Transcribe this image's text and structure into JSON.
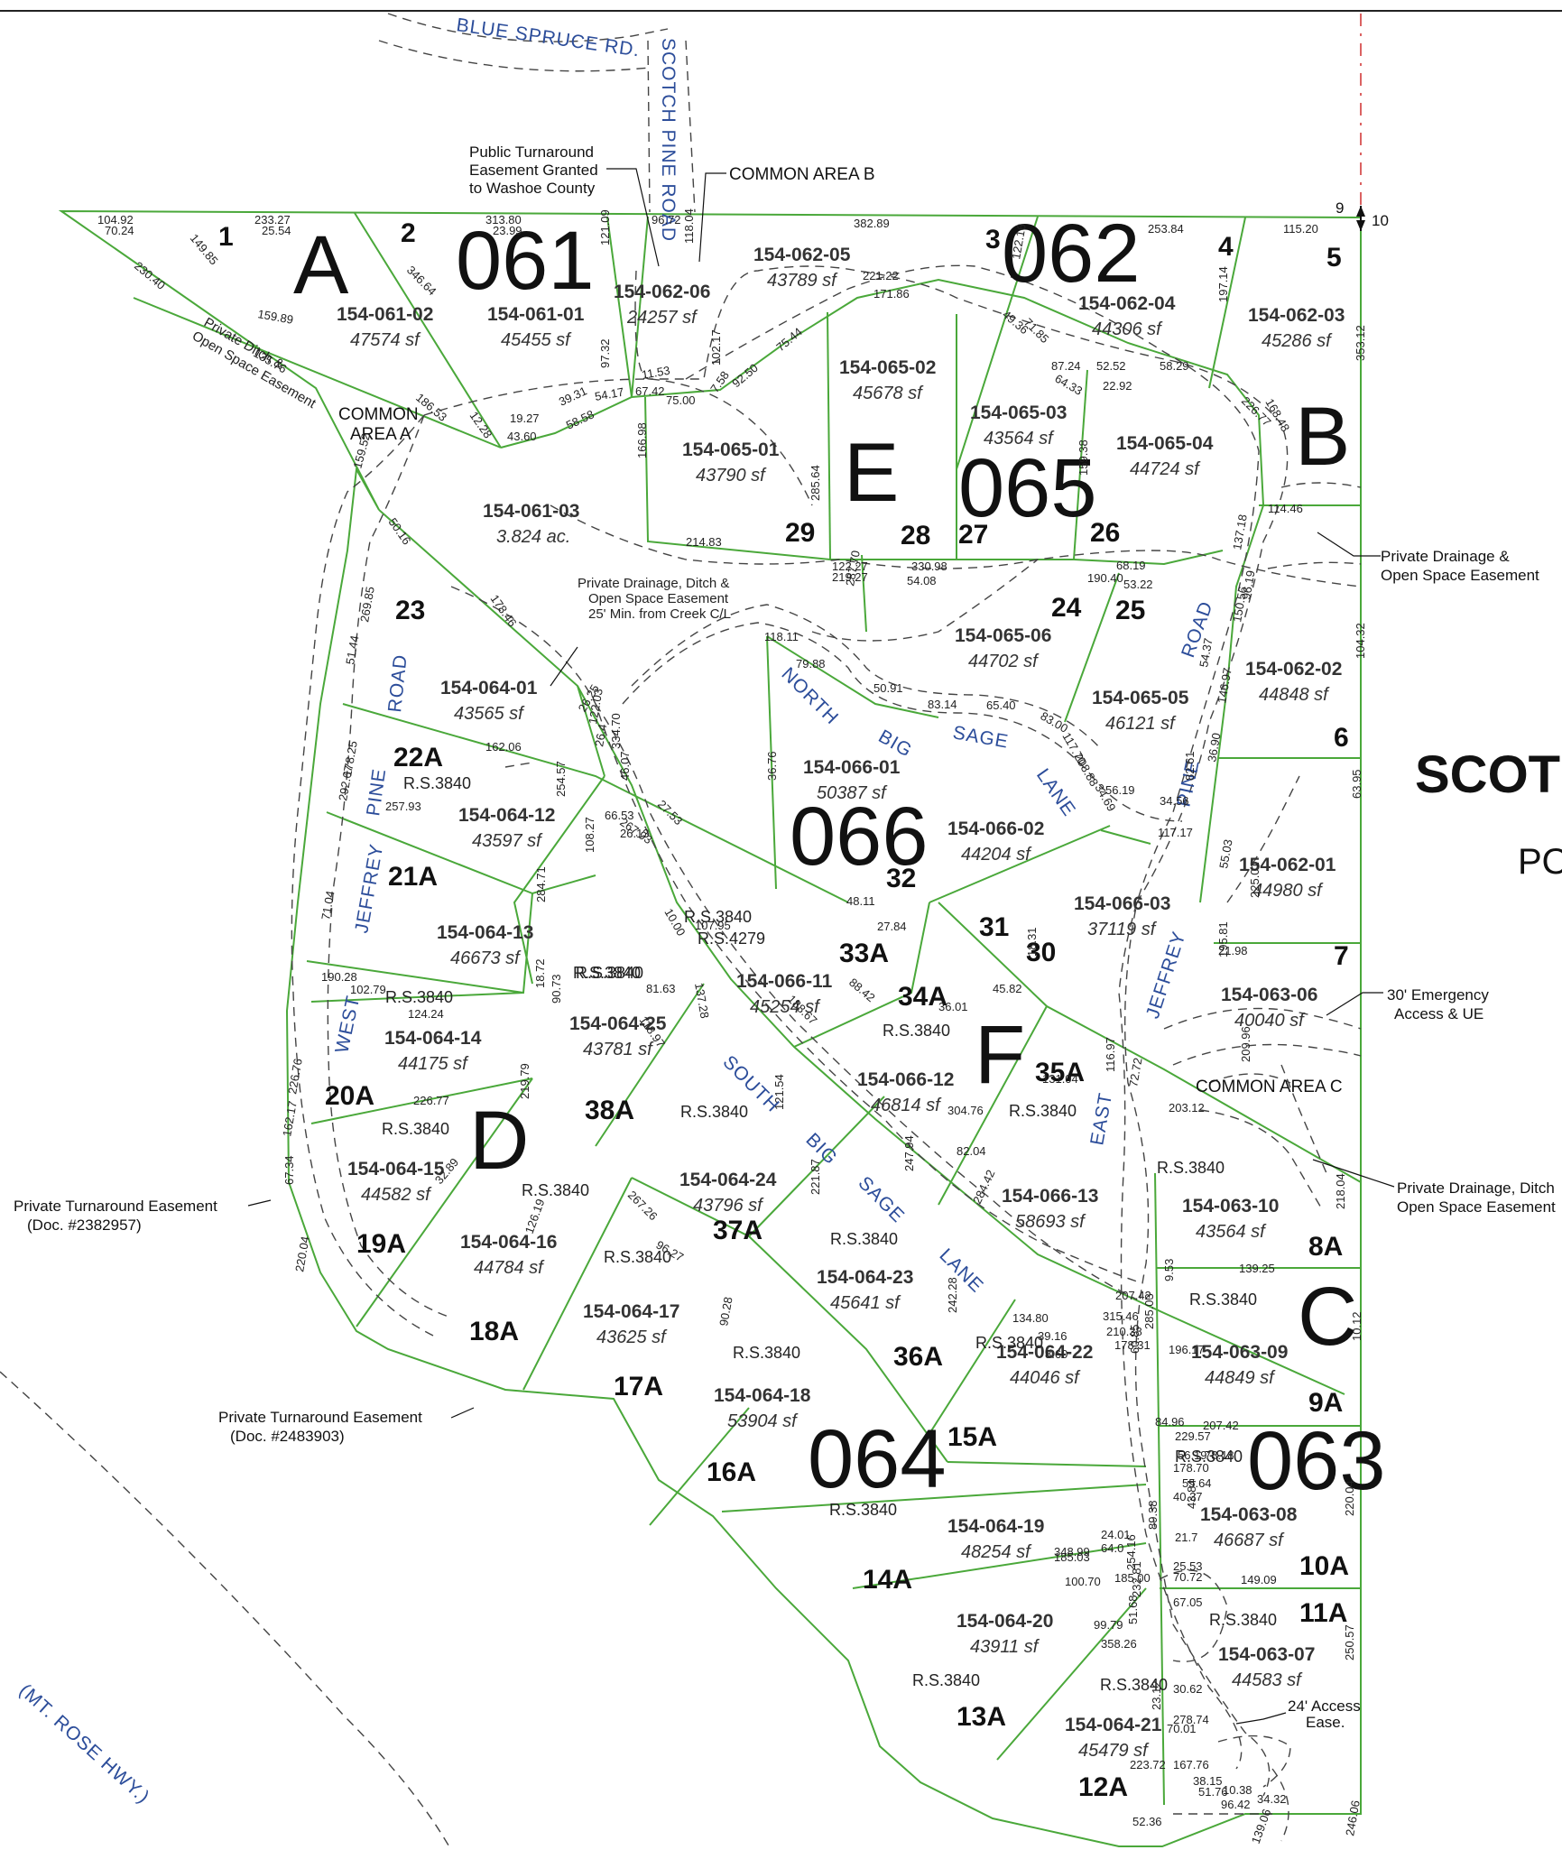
{
  "header": {
    "title": "SCOT",
    "subtitle": "PO"
  },
  "roads": {
    "blue_spruce": "BLUE SPRUCE RD.",
    "scotch_pine": "SCOTCH PINE ROAD",
    "north_big_sage": [
      "NORTH",
      "BIG",
      "SAGE",
      "LANE"
    ],
    "south_big_sage": [
      "SOUTH",
      "BIG",
      "SAGE",
      "LANE"
    ],
    "west_jeffrey_pine": [
      "WEST",
      "JEFFREY",
      "PINE",
      "ROAD"
    ],
    "east_jeffrey_pine": [
      "EAST",
      "JEFFREY",
      "PINE",
      "ROAD"
    ],
    "mt_rose": "(MT. ROSE HWY.)"
  },
  "book_pages": [
    "061",
    "062",
    "063",
    "064",
    "065",
    "066"
  ],
  "block_letters": [
    "A",
    "B",
    "C",
    "D",
    "E",
    "F"
  ],
  "corners": [
    "9",
    "10"
  ],
  "annotations": {
    "public_turnaround": [
      "Public Turnaround",
      "Easement Granted",
      "to Washoe County"
    ],
    "common_area_a": [
      "COMMON",
      "AREA A"
    ],
    "common_area_b": "COMMON AREA B",
    "common_area_c": "COMMON AREA C",
    "private_ditch": [
      "Private Ditch &",
      "Open Space Easement"
    ],
    "private_drainage_creek": [
      "Private Drainage, Ditch &",
      "Open Space Easement",
      "25' Min. from Creek C/L"
    ],
    "private_drainage_right": [
      "Private Drainage &",
      "Open Space Easement"
    ],
    "emergency": [
      "30' Emergency",
      "Access & UE"
    ],
    "private_drainage_right2": [
      "Private Drainage, Ditch",
      "Open Space Easement"
    ],
    "turnaround_1": [
      "Private Turnaround Easement",
      "(Doc. #2382957)"
    ],
    "turnaround_2": [
      "Private Turnaround Easement",
      "(Doc. #2483903)"
    ],
    "access_24": [
      "24' Access",
      "Ease."
    ]
  },
  "parcels": [
    {
      "apn": "154-061-02",
      "area": "47574 sf"
    },
    {
      "apn": "154-061-01",
      "area": "45455 sf"
    },
    {
      "apn": "154-061-03",
      "area": "3.824 ac."
    },
    {
      "apn": "154-062-06",
      "area": "24257 sf"
    },
    {
      "apn": "154-062-05",
      "area": "43789 sf"
    },
    {
      "apn": "154-062-04",
      "area": "44306 sf"
    },
    {
      "apn": "154-062-03",
      "area": "45286 sf"
    },
    {
      "apn": "154-062-02",
      "area": "44848 sf"
    },
    {
      "apn": "154-062-01",
      "area": "44980 sf"
    },
    {
      "apn": "154-065-01",
      "area": "43790 sf"
    },
    {
      "apn": "154-065-02",
      "area": "45678 sf"
    },
    {
      "apn": "154-065-03",
      "area": "43564 sf"
    },
    {
      "apn": "154-065-04",
      "area": "44724 sf"
    },
    {
      "apn": "154-065-05",
      "area": "46121 sf"
    },
    {
      "apn": "154-065-06",
      "area": "44702 sf"
    },
    {
      "apn": "154-064-01",
      "area": "43565 sf"
    },
    {
      "apn": "154-064-12",
      "area": "43597 sf"
    },
    {
      "apn": "154-064-13",
      "area": "46673 sf"
    },
    {
      "apn": "154-064-14",
      "area": "44175 sf"
    },
    {
      "apn": "154-064-15",
      "area": "44582 sf"
    },
    {
      "apn": "154-064-16",
      "area": "44784 sf"
    },
    {
      "apn": "154-064-17",
      "area": "43625 sf"
    },
    {
      "apn": "154-064-18",
      "area": "53904 sf"
    },
    {
      "apn": "154-064-19",
      "area": "48254 sf"
    },
    {
      "apn": "154-064-20",
      "area": "43911 sf"
    },
    {
      "apn": "154-064-21",
      "area": "45479 sf"
    },
    {
      "apn": "154-064-22",
      "area": "44046 sf"
    },
    {
      "apn": "154-064-23",
      "area": "45641 sf"
    },
    {
      "apn": "154-064-24",
      "area": "43796 sf"
    },
    {
      "apn": "154-064-25",
      "area": "43781 sf"
    },
    {
      "apn": "154-066-01",
      "area": "50387 sf"
    },
    {
      "apn": "154-066-02",
      "area": "44204 sf"
    },
    {
      "apn": "154-066-03",
      "area": "37119 sf"
    },
    {
      "apn": "154-066-11",
      "area": "45254 sf"
    },
    {
      "apn": "154-066-12",
      "area": "46814 sf"
    },
    {
      "apn": "154-066-13",
      "area": "58693 sf"
    },
    {
      "apn": "154-063-06",
      "area": "40040 sf"
    },
    {
      "apn": "154-063-10",
      "area": "43564 sf"
    },
    {
      "apn": "154-063-09",
      "area": "44849 sf"
    },
    {
      "apn": "154-063-08",
      "area": "46687 sf"
    },
    {
      "apn": "154-063-07",
      "area": "44583 sf"
    }
  ],
  "lot_numbers": [
    "1",
    "2",
    "3",
    "4",
    "5",
    "6",
    "7",
    "22A",
    "21A",
    "20A",
    "19A",
    "18A",
    "17A",
    "16A",
    "14A",
    "13A",
    "12A",
    "23",
    "24",
    "25",
    "26",
    "27",
    "28",
    "29",
    "32",
    "31",
    "30",
    "33A",
    "34A",
    "35A",
    "36A",
    "37A",
    "38A",
    "15A",
    "8A",
    "9A",
    "10A",
    "11A"
  ],
  "record_survey": [
    "R.S.3840",
    "R.S.4279"
  ],
  "dimensions": [
    "104.92",
    "233.27",
    "313.80",
    "96.72",
    "382.89",
    "253.84",
    "115.20",
    "149.85",
    "230.40",
    "159.89",
    "135.76",
    "346.64",
    "186.53",
    "12.28",
    "19.27",
    "43.60",
    "39.31",
    "58.58",
    "54.17",
    "121.09",
    "97.32",
    "11.53",
    "67.42",
    "75.00",
    "118.04",
    "102.17",
    "7.58",
    "92.50",
    "75.44",
    "221.22",
    "171.86",
    "122.16",
    "49.36",
    "71.85",
    "87.24",
    "52.52",
    "58.29",
    "64.33",
    "22.92",
    "197.14",
    "226.77",
    "168.48",
    "353.12",
    "114.46",
    "159.52",
    "50.16",
    "166.98",
    "214.83",
    "285.64",
    "122.27",
    "330.98",
    "159.38",
    "219.27",
    "54.08",
    "68.19",
    "190.40",
    "53.22",
    "137.18",
    "96.19",
    "150.56",
    "54.37",
    "104.32",
    "269.85",
    "178.46",
    "287.70",
    "118.11",
    "79.88",
    "50.91",
    "83.14",
    "65.40",
    "83.00",
    "117.70",
    "208.88",
    "34.69",
    "56.19",
    "34.56",
    "117.17",
    "82.61",
    "36.90",
    "146.97",
    "51.44",
    "178.25",
    "162.06",
    "26.25",
    "122.03",
    "334.70",
    "26.4",
    "46.07",
    "36.76",
    "63.95",
    "55.03",
    "292.67",
    "257.93",
    "254.57",
    "66.53",
    "27.53",
    "267.93",
    "26.13",
    "108.27",
    "48.11",
    "27.84",
    "195.81",
    "21.98",
    "18.31",
    "225.01",
    "71.04",
    "190.28",
    "102.79",
    "18.72",
    "284.71",
    "10.00",
    "107.95",
    "137.28",
    "118.97",
    "81.63",
    "188.67",
    "88.42",
    "209.96",
    "162.17",
    "124.24",
    "90.73",
    "36.01",
    "45.82",
    "131.04",
    "226.76",
    "226.77",
    "219.79",
    "121.54",
    "82.04",
    "304.76",
    "72.72",
    "218.04",
    "203.12",
    "139.25",
    "9.53",
    "116.97",
    "67.34",
    "32.89",
    "221.87",
    "267.26",
    "284.42",
    "247.94",
    "210.38",
    "315.46",
    "207.42",
    "178.31",
    "220.04",
    "126.19",
    "96.27",
    "90.28",
    "242.28",
    "60.85",
    "285.03",
    "10.12",
    "134.80",
    "39.16",
    "196.17",
    "8.60",
    "84.96",
    "229.57",
    "207.42",
    "56.19",
    "78.18",
    "178.70",
    "55.64",
    "40.37",
    "43.84",
    "220.04",
    "89.38",
    "21.7",
    "25.53",
    "254.16",
    "70.72",
    "149.09",
    "232.81",
    "24.01",
    "64.0",
    "348.99",
    "185.03",
    "185.00",
    "100.70",
    "67.05",
    "51.68",
    "250.57",
    "99.79",
    "358.26",
    "30.62",
    "23.12",
    "278.74",
    "70.01",
    "223.72",
    "167.76",
    "38.15",
    "10.38",
    "34.32",
    "52.36",
    "51.76",
    "96.42",
    "139.06",
    "246.06",
    "70.24",
    "25.54",
    "23.99"
  ]
}
